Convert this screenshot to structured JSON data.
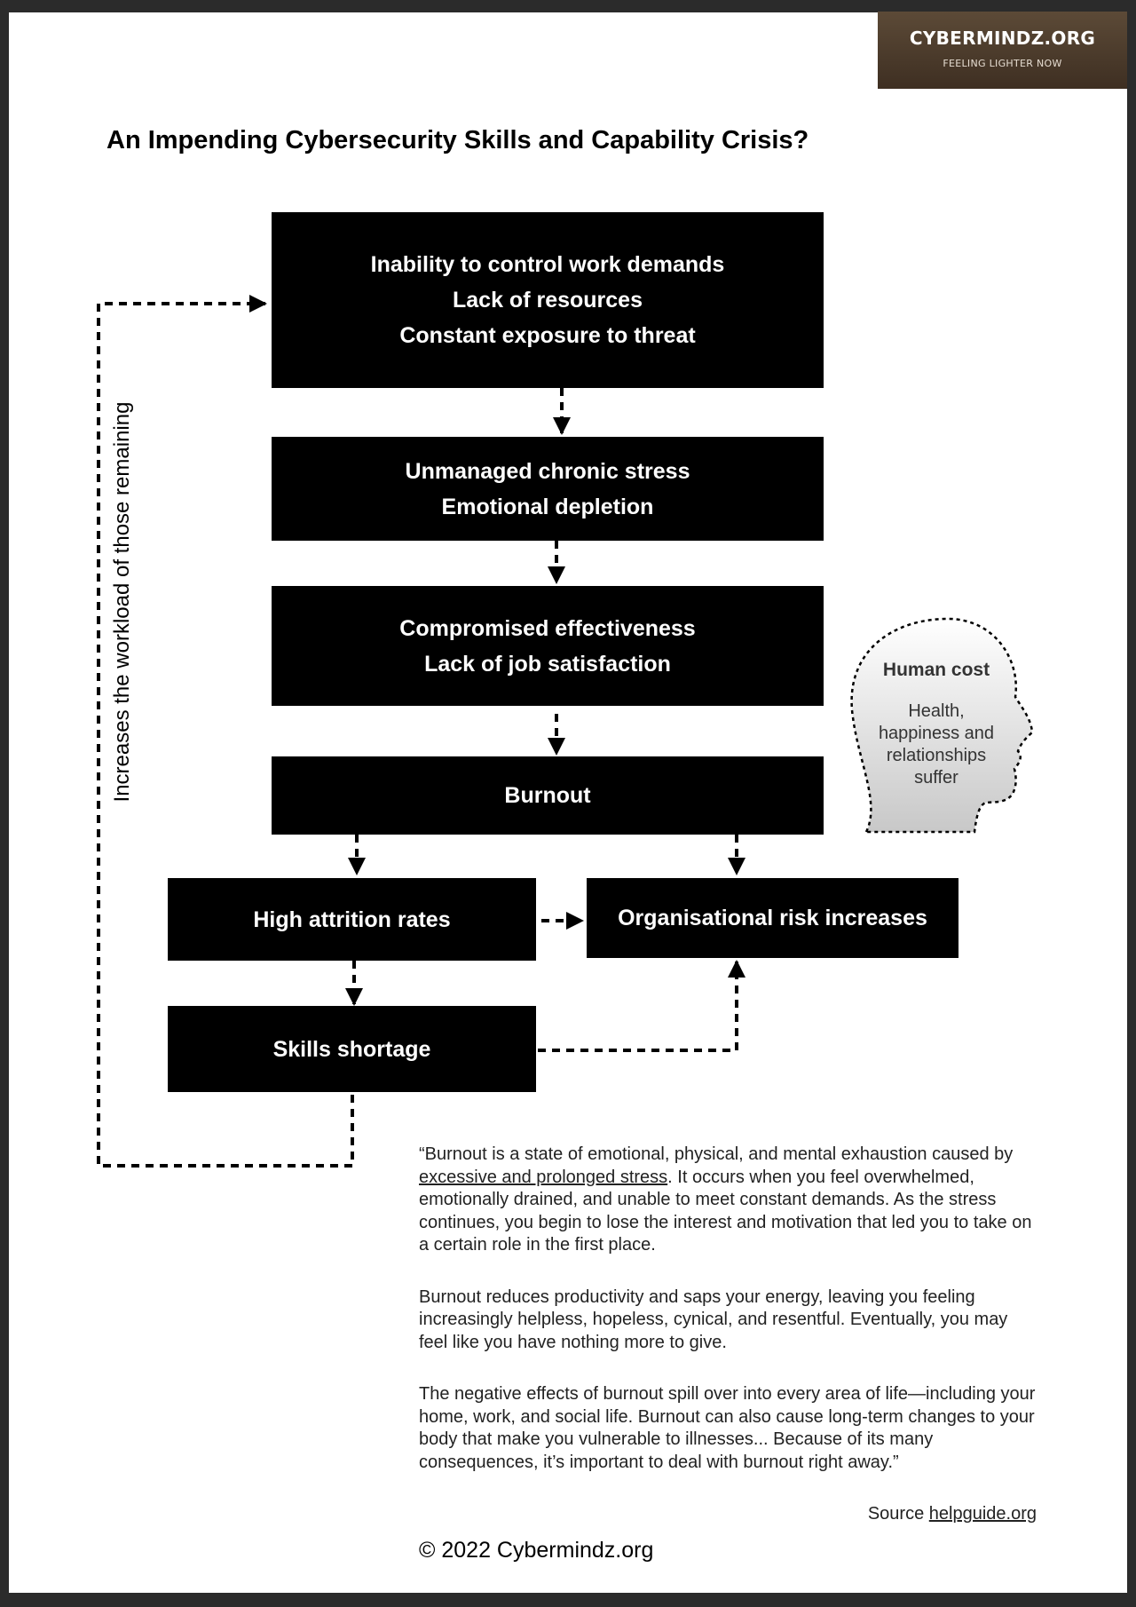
{
  "brand": {
    "name": "CYBERMINDZ.ORG",
    "tagline": "FEELING LIGHTER NOW"
  },
  "title": "An Impending Cybersecurity Skills and Capability Crisis?",
  "diagram": {
    "boxes": {
      "causes": [
        "Inability to control work demands",
        "Lack of resources",
        "Constant exposure to threat"
      ],
      "stress": [
        "Unmanaged chronic stress",
        "Emotional depletion"
      ],
      "effectiveness": [
        "Compromised effectiveness",
        "Lack of job satisfaction"
      ],
      "burnout": "Burnout",
      "attrition": "High attrition rates",
      "risk": "Organisational risk increases",
      "shortage": "Skills shortage"
    },
    "loop_label": "Increases the workload of those remaining",
    "human_cost": {
      "title": "Human cost",
      "text": "Health, happiness and relationships suffer"
    }
  },
  "quote": {
    "p1_before": "“Burnout is a state of emotional, physical, and mental exhaustion caused by ",
    "p1_link": "excessive and prolonged stress",
    "p1_after": ". It occurs when you feel overwhelmed, emotionally drained, and unable to meet constant demands. As the stress continues, you begin to lose the interest and motivation that led you to take on a certain role in the first place.",
    "p2": "Burnout reduces productivity and saps your energy, leaving you feeling increasingly helpless, hopeless, cynical, and resentful. Eventually, you may feel like you have nothing more to give.",
    "p3": "The negative effects of burnout spill over into every area of life—including your home, work, and social life. Burnout can also cause long-term changes to your body that make you vulnerable to illnesses... Because of its many consequences, it’s important to deal with burnout right away.”"
  },
  "source": {
    "label": "Source",
    "link": "helpguide.org"
  },
  "copyright": "© 2022 Cybermindz.org"
}
